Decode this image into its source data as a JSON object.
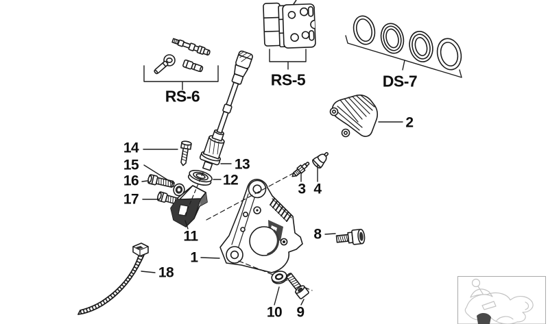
{
  "diagram": {
    "kit_labels": {
      "rs6": "RS-6",
      "rs5": "RS-5",
      "ds7": "DS-7"
    },
    "callouts": {
      "p1": "1",
      "p2": "2",
      "p3": "3",
      "p4": "4",
      "p8": "8",
      "p9": "9",
      "p10": "10",
      "p11": "11",
      "p12": "12",
      "p13": "13",
      "p14": "14",
      "p15": "15",
      "p16": "16",
      "p17": "17",
      "p18": "18"
    },
    "colors": {
      "background": "#ffffff",
      "line": "#1b1b1b",
      "label": "#0f0f0f",
      "dark_shade": "#3a3a3a",
      "thumbnail_border": "#a9a9a9",
      "thumbnail_line": "#c4c4c4"
    },
    "icons": {
      "thumbnail": "motorcycle-icon"
    }
  }
}
